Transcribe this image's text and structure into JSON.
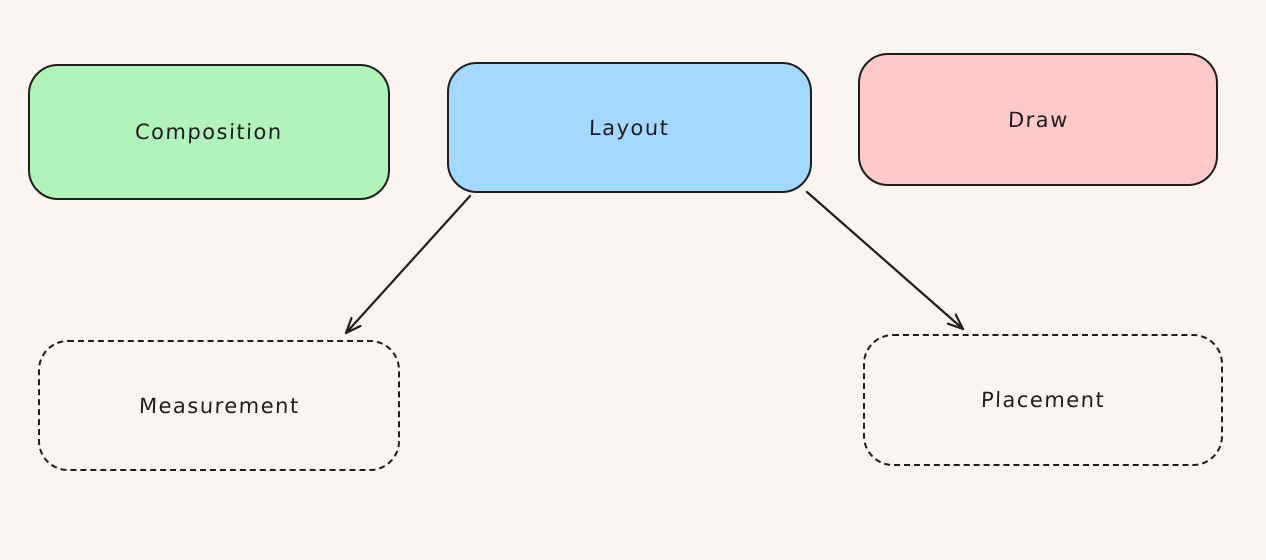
{
  "diagram": {
    "background_color": "#faf5f0",
    "stroke_color": "#1e1e1e",
    "nodes": [
      {
        "id": "composition",
        "label": "Composition",
        "fill": "#b2f2bb",
        "border_style": "solid"
      },
      {
        "id": "layout",
        "label": "Layout",
        "fill": "#a5d8ff",
        "border_style": "solid"
      },
      {
        "id": "draw",
        "label": "Draw",
        "fill": "#ffc9c9",
        "border_style": "solid"
      },
      {
        "id": "measurement",
        "label": "Measurement",
        "fill": "transparent",
        "border_style": "dashed"
      },
      {
        "id": "placement",
        "label": "Placement",
        "fill": "transparent",
        "border_style": "dashed"
      }
    ],
    "edges": [
      {
        "from": "layout",
        "to": "measurement",
        "style": "arrow"
      },
      {
        "from": "layout",
        "to": "placement",
        "style": "arrow"
      }
    ]
  }
}
